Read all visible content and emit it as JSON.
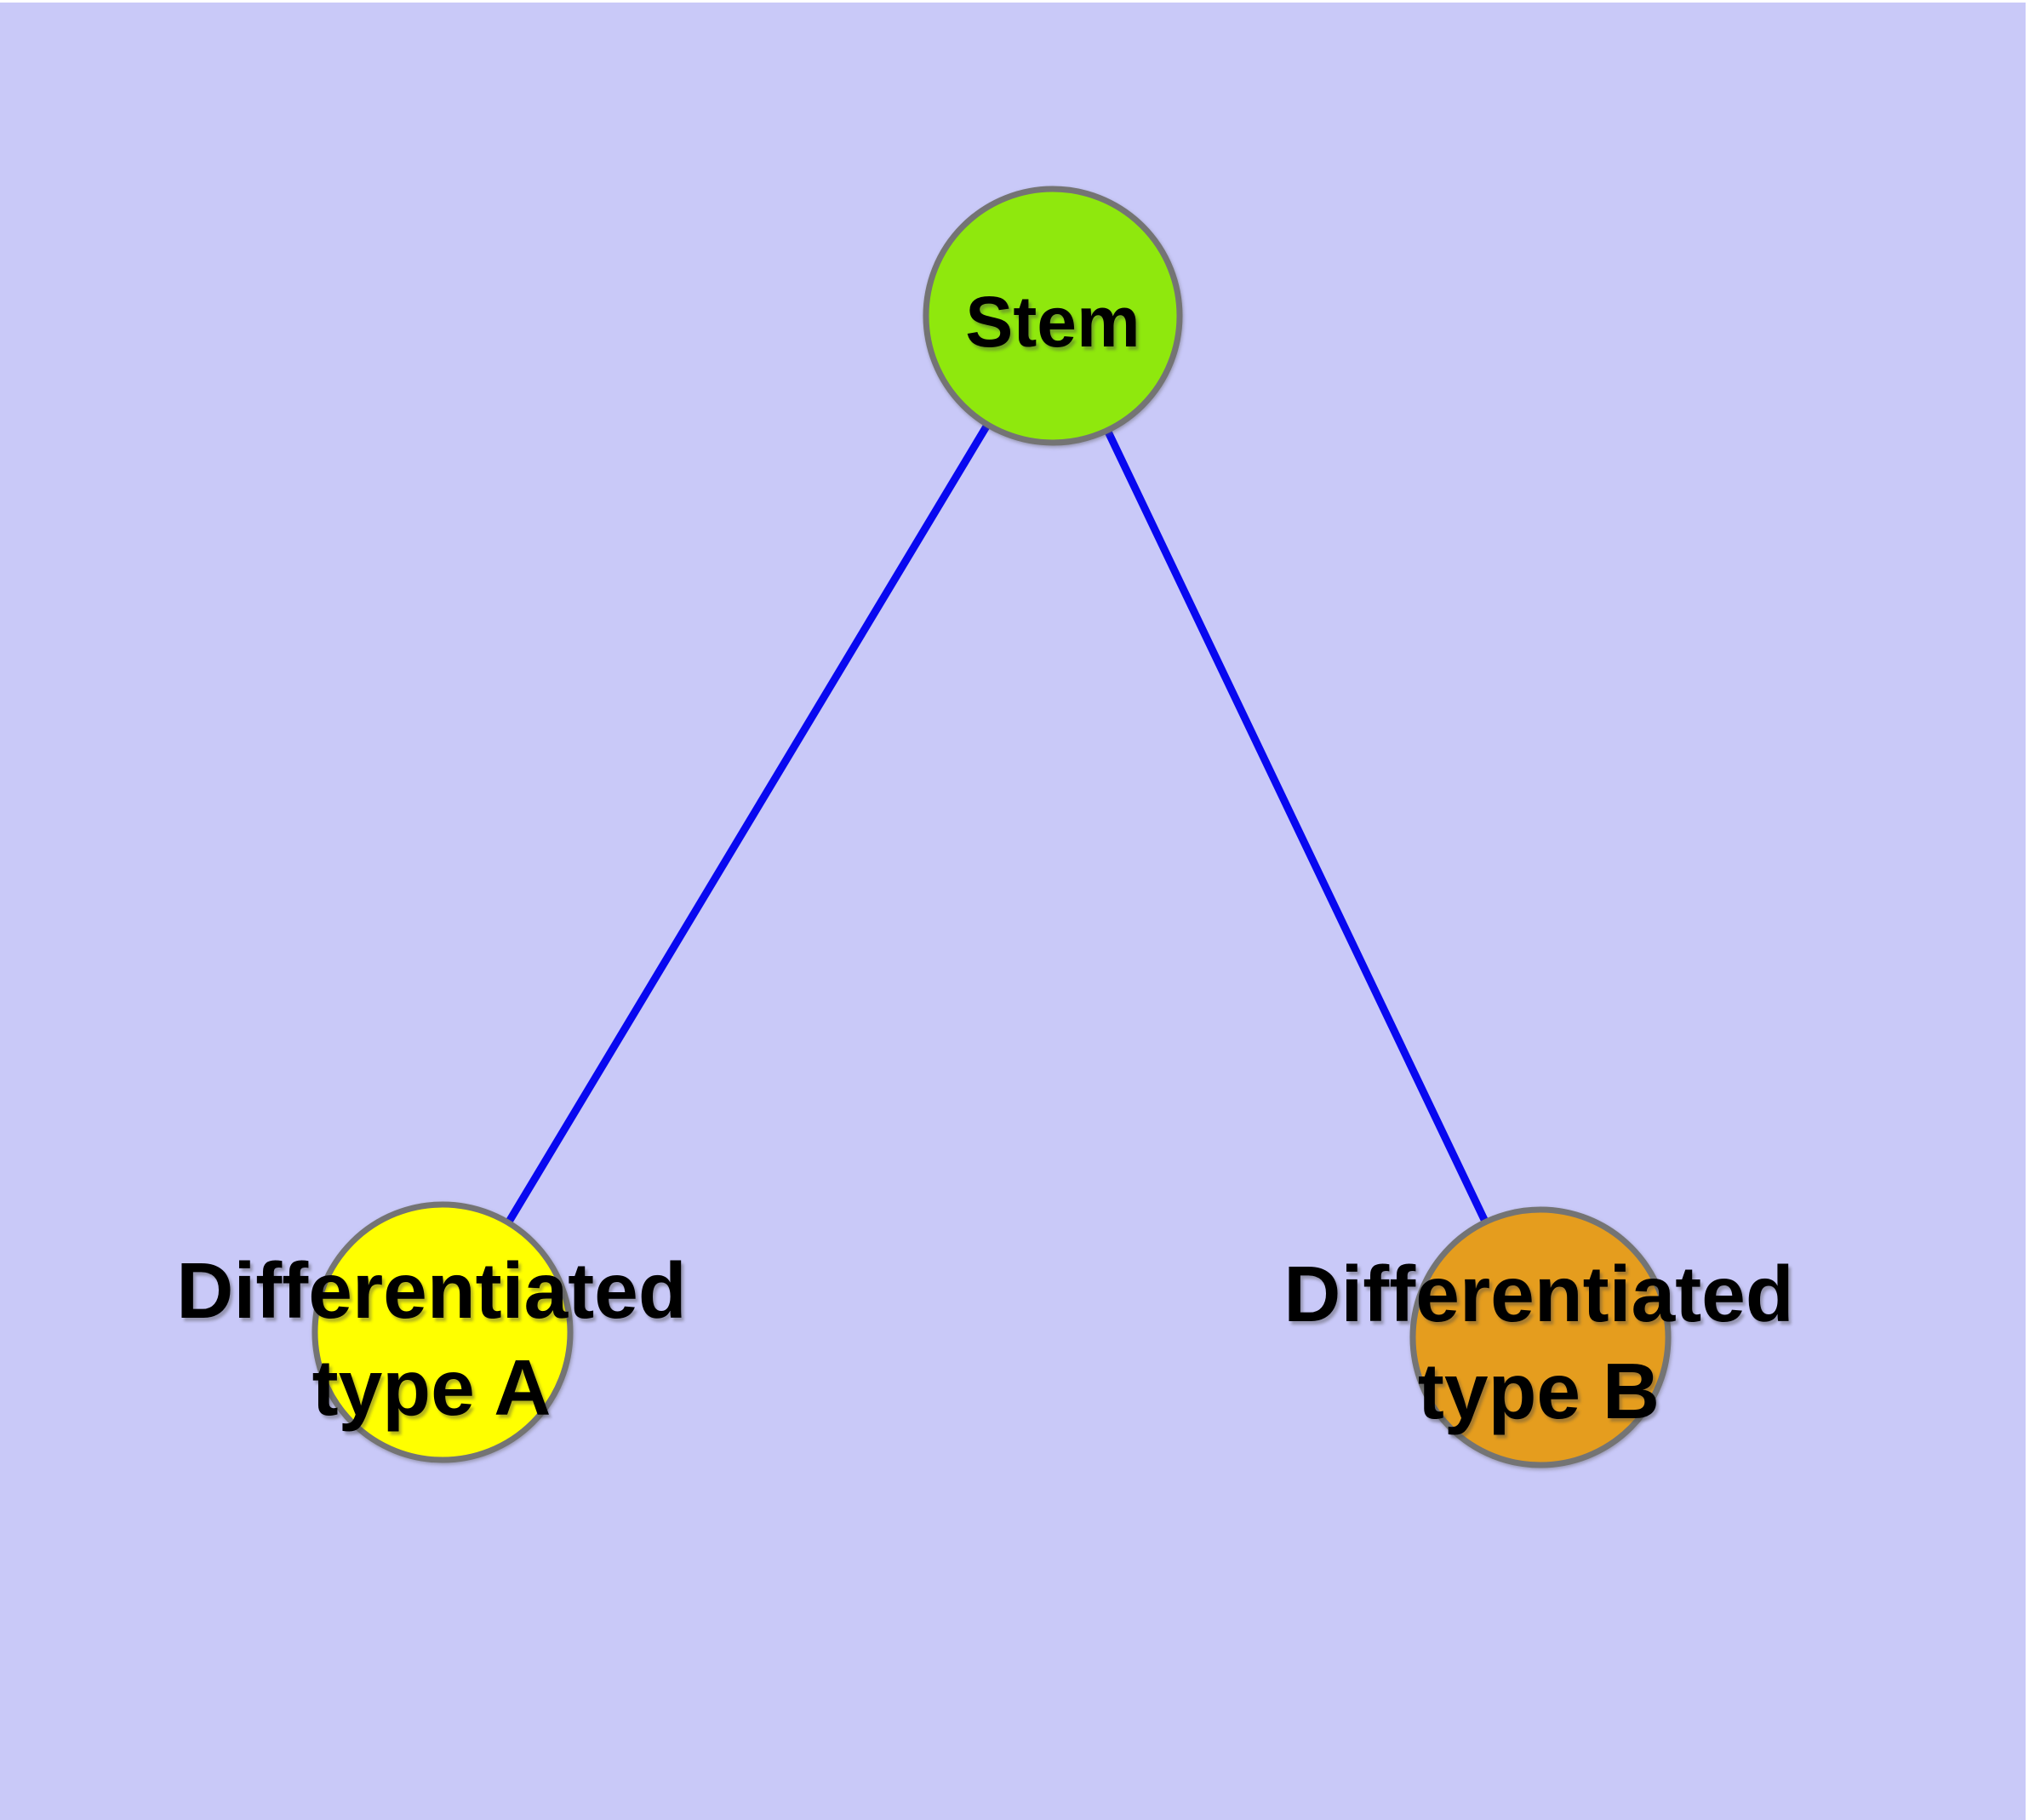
{
  "page": {
    "background": "#ffffff",
    "canvas_background": "#C9C9F8"
  },
  "diagram": {
    "type": "graph",
    "nodes": [
      {
        "id": "stem",
        "label": "Stem",
        "fill": "#8FE80D",
        "border_color": "#747474"
      },
      {
        "id": "differentiated-type-a",
        "label_line1": "Differentiated",
        "label_line2": "type A",
        "fill": "#FFFF00",
        "border_color": "#747474"
      },
      {
        "id": "differentiated-type-b",
        "label_line1": "Differentiated",
        "label_line2": "type B",
        "fill": "#E59D1E",
        "border_color": "#747474"
      }
    ],
    "edges": [
      {
        "from": "stem",
        "to": "differentiated-type-a",
        "color": "#0808F0"
      },
      {
        "from": "stem",
        "to": "differentiated-type-b",
        "color": "#0808F0"
      }
    ]
  }
}
